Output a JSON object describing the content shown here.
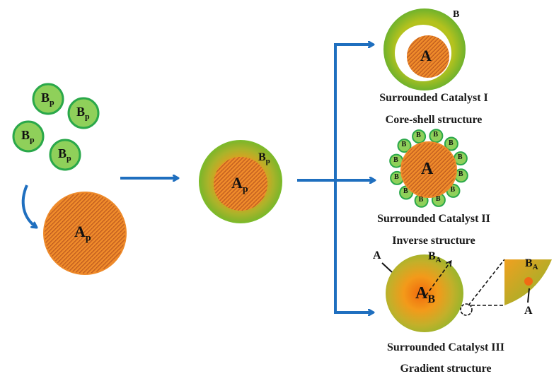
{
  "colors": {
    "arrow": "#1f6fbf",
    "shell_green": "#7dbb2a",
    "shell_green_dark": "#5a9a1c",
    "particle_fill": "#8fd05a",
    "particle_ring": "#2aa84a",
    "core_orange": "#ee8a2a",
    "core_hatch": "#a5421a",
    "gradient_center": "#f07a10",
    "gradient_edge": "#9fb52a"
  },
  "precursors": {
    "b_particles": [
      "B",
      "B",
      "B",
      "B"
    ],
    "b_subscript": "p",
    "a_particle": "A",
    "a_subscript": "p"
  },
  "intermediate": {
    "core_label": "A",
    "core_subscript": "p",
    "shell_label": "B",
    "shell_subscript": "p"
  },
  "outcomes": [
    {
      "title": "Surrounded Catalyst I",
      "subtitle": "Core-shell structure",
      "core_label": "A",
      "shell_label": "B"
    },
    {
      "title": "Surrounded Catalyst II",
      "subtitle": "Inverse structure",
      "core_label": "A",
      "particle_label": "B",
      "particle_count": 12
    },
    {
      "title": "Surrounded Catalyst III",
      "subtitle": "Gradient structure",
      "center_label": "A",
      "center_subscript": "B",
      "edge_label": "B",
      "edge_subscript": "A",
      "outer_pointer_label": "A",
      "inset_label": "B",
      "inset_subscript": "A",
      "inset_pointer_label": "A"
    }
  ]
}
